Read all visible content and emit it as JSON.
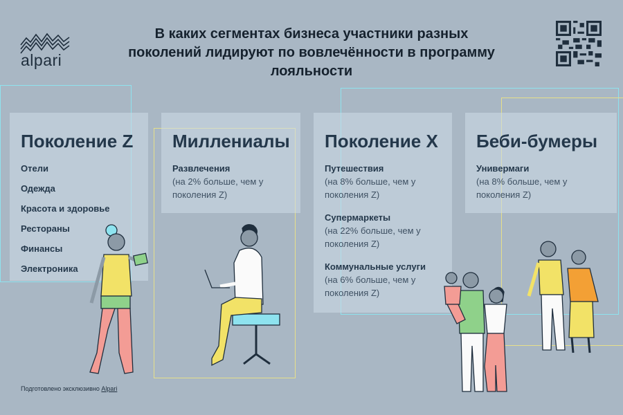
{
  "brand": {
    "name": "alpari"
  },
  "title": "В каких сегментах бизнеса участники разных поколений лидируют по вовлечённости в программу лояльности",
  "columns": [
    {
      "heading": "Поколение Z",
      "items": [
        "Отели",
        "Одежда",
        "Красота и здоровье",
        "Рестораны",
        "Финансы",
        "Электроника"
      ]
    },
    {
      "heading": "Миллениалы",
      "entries": [
        {
          "segment": "Развлечения",
          "note": "(на 2% больше, чем у поколения Z)"
        }
      ]
    },
    {
      "heading": "Поколение X",
      "entries": [
        {
          "segment": "Путешествия",
          "note": "(на 8% больше, чем у поколения Z)"
        },
        {
          "segment": "Супермаркеты",
          "note": "(на 22% больше, чем у поколения Z)"
        },
        {
          "segment": "Коммунальные услуги",
          "note": "(на 6% больше, чем у поколения Z)"
        }
      ]
    },
    {
      "heading": "Беби-бумеры",
      "entries": [
        {
          "segment": "Универмаги",
          "note": "(на 8% больше, чем у поколения Z)"
        }
      ]
    }
  ],
  "footer": {
    "prefix": "Подготовлено эксклюзивно",
    "link": "Alpari"
  },
  "colors": {
    "background": "#a9b7c4",
    "text": "#1f2e3d",
    "accent_cyan": "#8ee3ef",
    "accent_yellow": "#e7e08a"
  },
  "icons": [
    "alpari-logo-icon",
    "qr-code-icon"
  ]
}
